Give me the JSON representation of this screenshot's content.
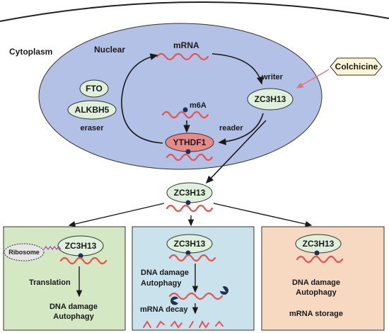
{
  "labels": {
    "cytoplasm": "Cytoplasm",
    "nuclear": "Nuclear",
    "mrna_top": "mRNA",
    "writer": "writer",
    "reader": "reader",
    "eraser": "eraser",
    "m6a": "m6A",
    "fto": "FTO",
    "alkbh5": "ALKBH5",
    "zc3h13": "ZC3H13",
    "ythdf1": "YTHDF1",
    "colchicine": "Colchicine"
  },
  "panels": {
    "left": {
      "protein": "ZC3H13",
      "ribosome": "Ribosome",
      "step": "Translation",
      "outcome_line1": "DNA damage",
      "outcome_line2": "Autophagy"
    },
    "middle": {
      "protein": "ZC3H13",
      "outcome_line1": "DNA damage",
      "outcome_line2": "Autophagy",
      "step": "mRNA decay"
    },
    "right": {
      "protein": "ZC3H13",
      "outcome_line1": "DNA damage",
      "outcome_line2": "Autophagy",
      "step": "mRNA storage"
    }
  },
  "colors": {
    "nucleus_fill": "#b3c1e6",
    "rna": "#e8524f",
    "ythdf1_fill": "#e88a8a",
    "ellipse_fill": "#dff1dc",
    "colchicine_fill": "#fef6d6",
    "colchicine_arrow": "#e6737a",
    "panel_left": "#d5e8c4",
    "panel_middle": "#c9e2ec",
    "panel_right": "#f7d8c0",
    "m6a_dot": "#1f2f55"
  }
}
